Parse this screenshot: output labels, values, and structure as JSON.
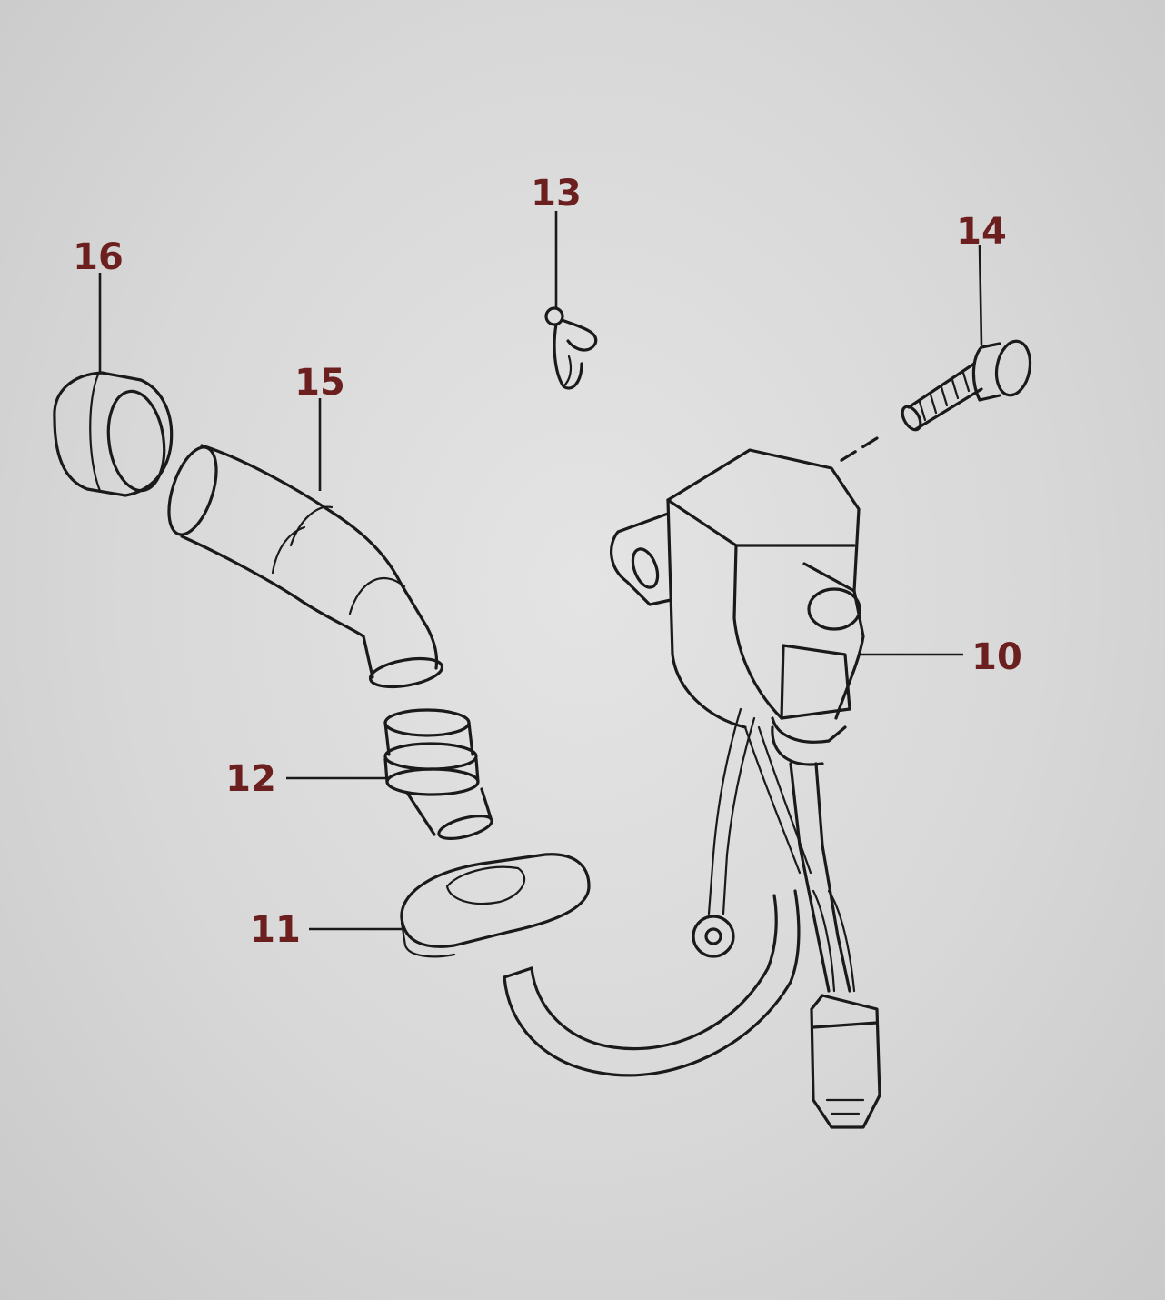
{
  "callouts": {
    "c10": "10",
    "c11": "11",
    "c12": "12",
    "c13": "13",
    "c14": "14",
    "c15": "15",
    "c16": "16"
  },
  "colors": {
    "callout_text": "#6b1f1f",
    "line_art": "#1a1a1a",
    "background": "#dcdcdc"
  }
}
